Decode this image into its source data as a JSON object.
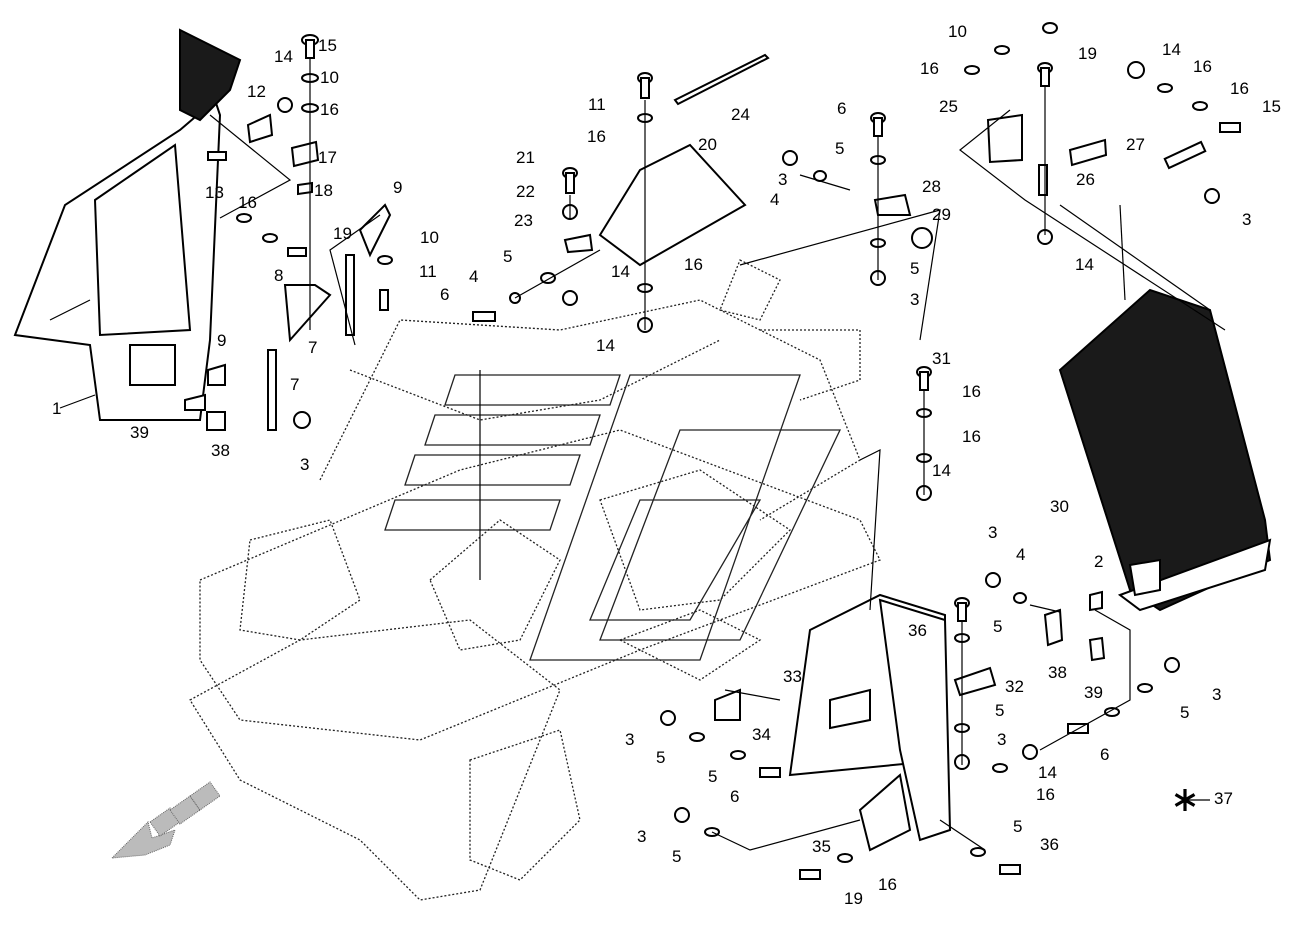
{
  "callouts": [
    {
      "label": "1"
    },
    {
      "label": "2"
    },
    {
      "label": "3"
    },
    {
      "label": "4"
    },
    {
      "label": "5"
    },
    {
      "label": "6"
    },
    {
      "label": "7"
    },
    {
      "label": "8"
    },
    {
      "label": "9"
    },
    {
      "label": "10"
    },
    {
      "label": "11"
    },
    {
      "label": "12"
    },
    {
      "label": "13"
    },
    {
      "label": "14"
    },
    {
      "label": "15"
    },
    {
      "label": "16"
    },
    {
      "label": "17"
    },
    {
      "label": "18"
    },
    {
      "label": "19"
    },
    {
      "label": "20"
    },
    {
      "label": "21"
    },
    {
      "label": "22"
    },
    {
      "label": "23"
    },
    {
      "label": "24"
    },
    {
      "label": "25"
    },
    {
      "label": "26"
    },
    {
      "label": "27"
    },
    {
      "label": "28"
    },
    {
      "label": "29"
    },
    {
      "label": "30"
    },
    {
      "label": "31"
    },
    {
      "label": "32"
    },
    {
      "label": "33"
    },
    {
      "label": "34"
    },
    {
      "label": "35"
    },
    {
      "label": "36"
    },
    {
      "label": "37"
    },
    {
      "label": "38"
    },
    {
      "label": "39"
    }
  ],
  "icons": {
    "asterisk": "asterisk-icon",
    "direction": "direction-arrow-icon"
  }
}
